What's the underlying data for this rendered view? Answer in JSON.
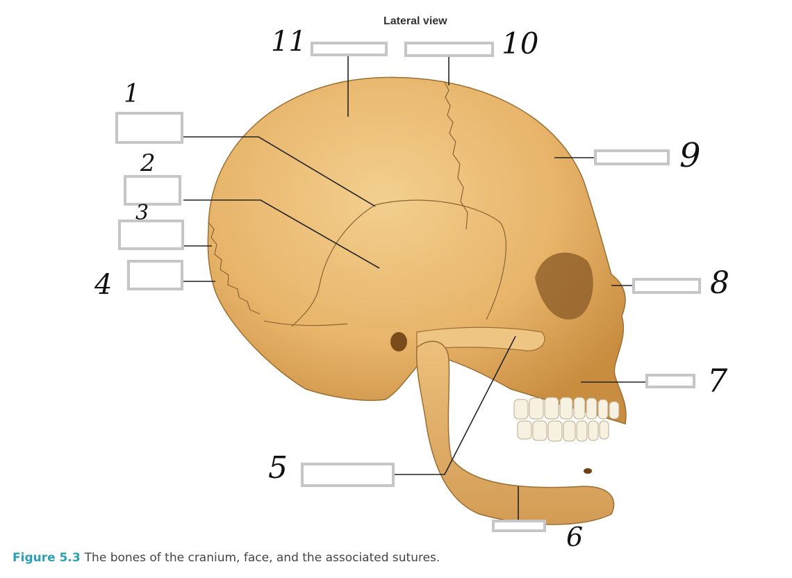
{
  "diagram": {
    "title": "Lateral view",
    "caption": {
      "figure_number": "Figure 5.3",
      "text": "The bones of the cranium, face, and the associated sutures."
    },
    "labels": [
      {
        "number": "1",
        "answer": ""
      },
      {
        "number": "2",
        "answer": ""
      },
      {
        "number": "3",
        "answer": ""
      },
      {
        "number": "4",
        "answer": ""
      },
      {
        "number": "5",
        "answer": ""
      },
      {
        "number": "6",
        "answer": ""
      },
      {
        "number": "7",
        "answer": ""
      },
      {
        "number": "8",
        "answer": ""
      },
      {
        "number": "9",
        "answer": ""
      },
      {
        "number": "10",
        "answer": ""
      },
      {
        "number": "11",
        "answer": ""
      }
    ],
    "colors": {
      "bone": "#e9b96e",
      "bone_shadow": "#c98d40",
      "suture": "#8a6330",
      "leader": "#222222",
      "box_border": "#c6c6c6",
      "caption_accent": "#2aa0b8"
    }
  }
}
